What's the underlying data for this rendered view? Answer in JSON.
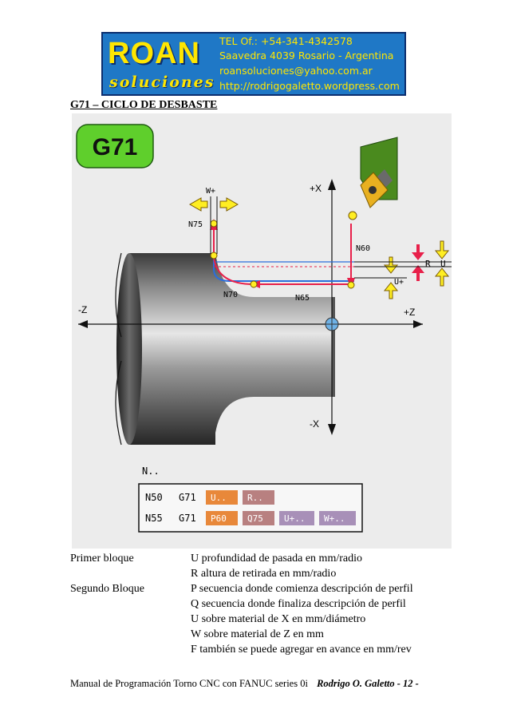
{
  "header": {
    "logo_main": "ROAN",
    "logo_sub": "soluciones",
    "contact_lines": [
      "TEL Of.: +54-341-4342578",
      "Saavedra 4039 Rosario - Argentina",
      "roansoluciones@yahoo.com.ar",
      "http://rodrigogaletto.wordpress.com"
    ],
    "colors": {
      "banner": "#1f78c6",
      "text": "#ffe600"
    }
  },
  "section_title": "G71 – CICLO DE DESBASTE",
  "diagram": {
    "badge": "G71",
    "axis_labels": {
      "plus_x": "+X",
      "minus_x": "-X",
      "plus_z": "+Z",
      "minus_z": "-Z"
    },
    "labels": {
      "w_plus": "W+",
      "n75": "N75",
      "n60": "N60",
      "n70": "N70",
      "n65": "N65",
      "r": "R",
      "u": "U",
      "u_plus": "U+"
    },
    "program": {
      "header": "N..",
      "rows": [
        {
          "n": "N50",
          "g": "G71",
          "cells": [
            "U..",
            "R.."
          ]
        },
        {
          "n": "N55",
          "g": "G71",
          "cells": [
            "P60",
            "Q75",
            "U+..",
            "W+.."
          ]
        }
      ]
    },
    "colors": {
      "badge": "#5fcf2c",
      "arrow_yellow": "#ffee22",
      "path_red": "#e8204a",
      "path_blue": "#2a6edc",
      "insert": "#e8b020",
      "holder": "#4a8a1e"
    }
  },
  "description": [
    {
      "label": "Primer bloque",
      "lines": [
        "U profundidad de pasada en mm/radio",
        "R altura de retirada en mm/radio"
      ]
    },
    {
      "label": "Segundo Bloque",
      "lines": [
        "P secuencia donde comienza descripción de perfil",
        "Q secuencia donde finaliza descripción de perfil",
        "U sobre material de X en mm/diámetro",
        "W sobre material de Z en mm",
        "F también se puede agregar en avance en mm/rev"
      ]
    }
  ],
  "footer": {
    "manual": "Manual de Programación Torno CNC con FANUC series 0i",
    "author": "Rodrigo O. Galetto - 12 -"
  }
}
